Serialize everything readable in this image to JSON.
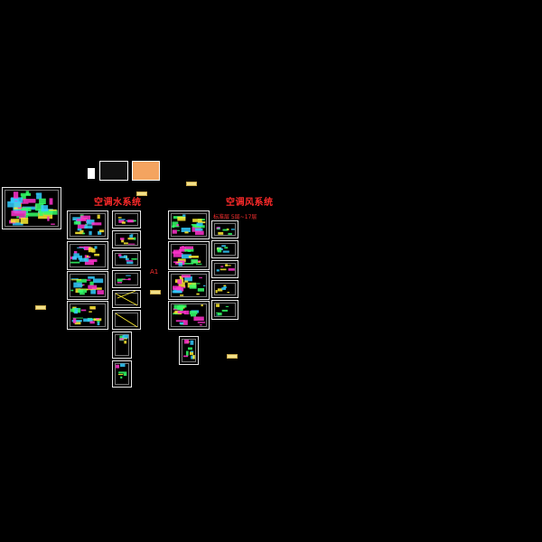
{
  "drawing": {
    "water_system_title": "空调水系统",
    "air_system_title": "空调风系统",
    "sheet_label_a1": "A1",
    "floor_range_label": "标准层 5层~17层"
  },
  "colors": {
    "background": "#000000",
    "sheet_border": "#e8e8e8",
    "title_red": "#ff2a2a",
    "tag_fill": "#f2e18a",
    "stamp_orange": "#f4a460",
    "pipe_magenta": "#ff33cc",
    "pipe_cyan": "#33ccff",
    "pipe_yellow": "#ffee33",
    "pipe_green": "#33ff66"
  }
}
